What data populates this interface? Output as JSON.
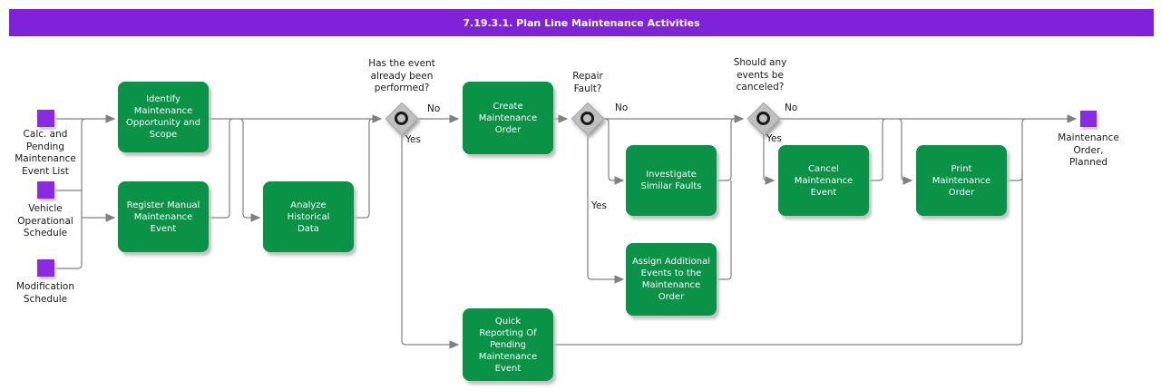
{
  "header": {
    "title": "7.19.3.1. Plan Line Maintenance Activities"
  },
  "colors": {
    "header_bg": "#7f22d9",
    "header_text": "#ffffff",
    "task_bg": "#0a9247",
    "task_text": "#ffffff",
    "event_bg": "#8a2be2",
    "connector": "#808080",
    "label_text": "#1a1a1a",
    "gateway_fill": "#c0c0c0",
    "gateway_ring": "#1a1a1a",
    "canvas_bg": "#ffffff"
  },
  "inputs": [
    {
      "label": "Calc. and\nPending\nMaintenance\nEvent List"
    },
    {
      "label": "Vehicle\nOperational\nSchedule"
    },
    {
      "label": "Modification\nSchedule"
    }
  ],
  "tasks": [
    {
      "label": "Identify\nMaintenance\nOpportunity and\nScope"
    },
    {
      "label": "Register Manual\nMaintenance\nEvent"
    },
    {
      "label": "Analyze\nHistorical\nData"
    },
    {
      "label": "Create\nMaintenance\nOrder"
    },
    {
      "label": "Investigate\nSimilar Faults"
    },
    {
      "label": "Assign Additional\nEvents to the\nMaintenance\nOrder"
    },
    {
      "label": "Cancel\nMaintenance\nEvent"
    },
    {
      "label": "Print\nMaintenance\nOrder"
    },
    {
      "label": "Quick\nReporting Of\nPending\nMaintenance\nEvent"
    }
  ],
  "gateways": [
    {
      "question": "Has the event\nalready been\nperformed?",
      "yes": "Yes",
      "no": "No"
    },
    {
      "question": "Repair\nFault?",
      "yes": "Yes",
      "no": "No"
    },
    {
      "question": "Should any\nevents be\ncanceled?",
      "yes": "Yes",
      "no": "No"
    }
  ],
  "output": {
    "label": "Maintenance\nOrder,\nPlanned"
  }
}
